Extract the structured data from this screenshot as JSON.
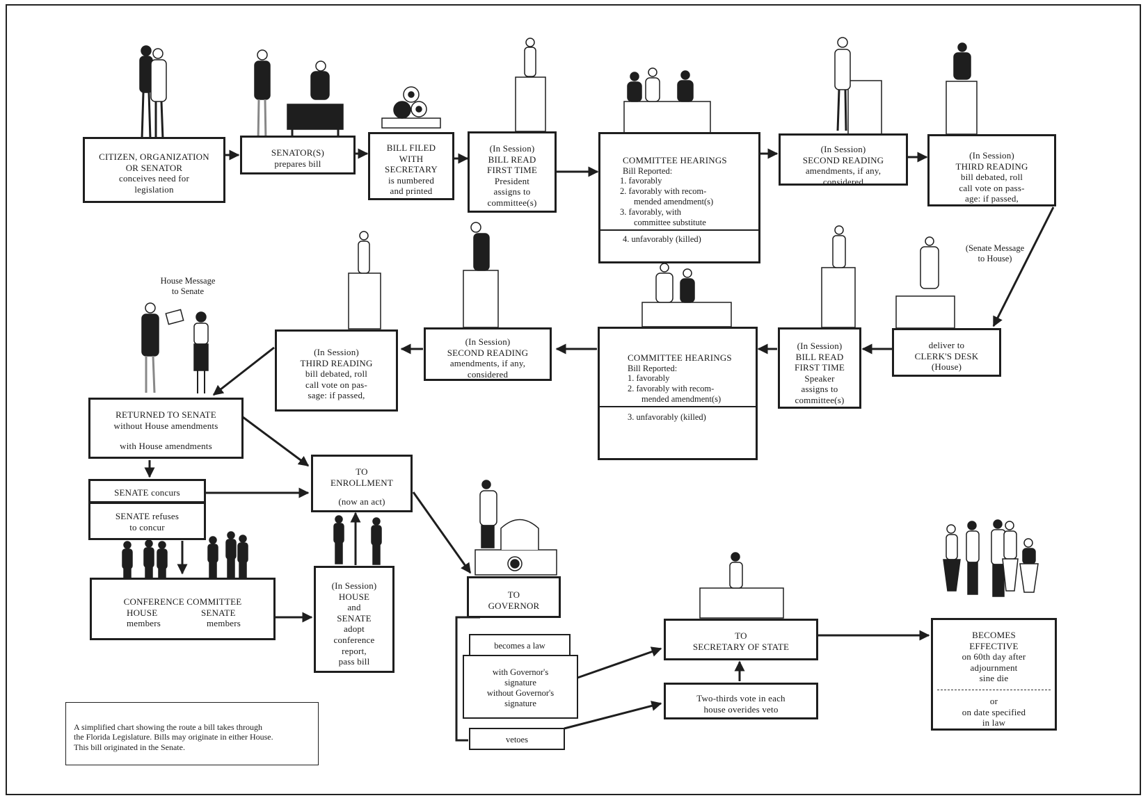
{
  "caption": {
    "line1": "A simplified chart showing the route a bill takes through",
    "line2": "the Florida Legislature. Bills may originate in either House.",
    "line3": "This bill originated in the Senate."
  },
  "senate_path": {
    "citizen": {
      "title1": "CITIZEN, ORGANIZATION",
      "title2": "OR SENATOR",
      "line1": "conceives need for",
      "line2": "legislation"
    },
    "senator": {
      "title": "SENATOR(S)",
      "line": "prepares bill"
    },
    "filed": {
      "line1": "BILL FILED",
      "line2": "WITH",
      "line3": "SECRETARY",
      "line4": "is numbered",
      "line5": "and printed"
    },
    "first_reading": {
      "line1": "(In Session)",
      "line2": "BILL READ",
      "line3": "FIRST TIME",
      "line4": "President",
      "line5": "assigns to",
      "line6": "committee(s)"
    },
    "committee": {
      "title": "COMMITTEE HEARINGS",
      "subtitle": "Bill Reported:",
      "items": [
        "1.  favorably",
        "2.  favorably with recom-",
        "mended amendment(s)",
        "3.  favorably, with",
        "committee substitute"
      ],
      "killed": "4.  unfavorably (killed)"
    },
    "second_reading": {
      "line1": "(In Session)",
      "line2": "SECOND READING",
      "line3": "amendments, if any,",
      "line4": "considered"
    },
    "third_reading": {
      "line1": "(In Session)",
      "line2": "THIRD READING",
      "line3": "bill debated, roll",
      "line4": "call vote on pass-",
      "line5": "age: if passed,"
    }
  },
  "senate_message": {
    "line1": "(Senate Message",
    "line2": "to House)"
  },
  "house_path": {
    "clerk": {
      "line1": "deliver to",
      "line2": "CLERK'S DESK",
      "line3": "(House)"
    },
    "first_reading": {
      "line1": "(In Session)",
      "line2": "BILL READ",
      "line3": "FIRST TIME",
      "line4": "Speaker",
      "line5": "assigns to",
      "line6": "committee(s)"
    },
    "committee": {
      "title": "COMMITTEE HEARINGS",
      "subtitle": "Bill Reported:",
      "items": [
        "1.  favorably",
        "2.  favorably with recom-",
        "mended amendment(s)"
      ],
      "killed": "3.  unfavorably (killed)"
    },
    "second_reading": {
      "line1": "(In Session)",
      "line2": "SECOND READING",
      "line3": "amendments, if any,",
      "line4": "considered"
    },
    "third_reading": {
      "line1": "(In Session)",
      "line2": "THIRD READING",
      "line3": "bill debated, roll",
      "line4": "call vote on pas-",
      "line5": "sage: if passed,"
    }
  },
  "house_message": {
    "line1": "House Message",
    "line2": "to Senate"
  },
  "returned": {
    "title": "RETURNED TO SENATE",
    "line1": "without House amendments",
    "line2": "with House amendments"
  },
  "concurs": "SENATE concurs",
  "refuses": {
    "line1": "SENATE refuses",
    "line2": "to concur"
  },
  "conference": {
    "title": "CONFERENCE COMMITTEE",
    "house": "HOUSE",
    "senate": "SENATE",
    "house_members": "members",
    "senate_members": "members"
  },
  "adopt": {
    "line1": "(In Session)",
    "line2": "HOUSE",
    "line3": "and",
    "line4": "SENATE",
    "line5": "adopt",
    "line6": "conference",
    "line7": "report,",
    "line8": "pass bill"
  },
  "enrollment": {
    "line1": "TO",
    "line2": "ENROLLMENT",
    "line3": "(now an act)"
  },
  "governor": {
    "line1": "TO",
    "line2": "GOVERNOR",
    "becomes_law": "becomes a law",
    "with_sig1": "with Governor's",
    "with_sig2": "signature",
    "without_sig1": "without Governor's",
    "without_sig2": "signature",
    "vetoes": "vetoes"
  },
  "secretary": {
    "line1": "TO",
    "line2": "SECRETARY OF STATE"
  },
  "override": {
    "line1": "Two-thirds vote in each",
    "line2": "house overides veto"
  },
  "effective": {
    "line1": "BECOMES",
    "line2": "EFFECTIVE",
    "line3": "on 60th day after",
    "line4": "adjournment",
    "line5": "sine die",
    "or": "or",
    "alt1": "on date specified",
    "alt2": "in law"
  }
}
